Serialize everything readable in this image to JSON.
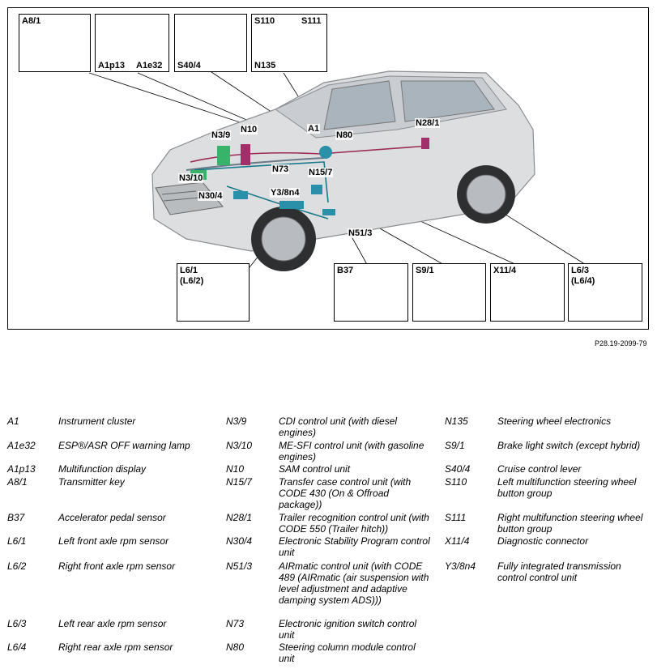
{
  "figure": {
    "reference": "P28.19-2099-79",
    "callouts": {
      "a8_1": "A8/1",
      "a1p13": "A1p13",
      "a1e32": "A1e32",
      "s40_4": "S40/4",
      "s110": "S110",
      "s111": "S111",
      "n135": "N135",
      "l6_1": "L6/1\n(L6/2)",
      "b37": "B37",
      "s9_1": "S9/1",
      "x11_4": "X11/4",
      "l6_3": "L6/3\n(L6/4)"
    },
    "car_labels": {
      "n3_9": "N3/9",
      "n10": "N10",
      "a1": "A1",
      "n80": "N80",
      "n28_1": "N28/1",
      "n3_10": "N3/10",
      "n73": "N73",
      "n15_7": "N15/7",
      "n30_4": "N30/4",
      "y3_8n4": "Y3/8n4",
      "n51_3": "N51/3"
    }
  },
  "legend": {
    "col1": [
      {
        "code": "A1",
        "desc": "Instrument cluster"
      },
      {
        "code": "A1e32",
        "desc": "ESP®/ASR OFF warning lamp"
      },
      {
        "code": "A1p13",
        "desc": "Multifunction display"
      },
      {
        "code": "A8/1",
        "desc": "Transmitter key"
      },
      {
        "code": "B37",
        "desc": "Accelerator pedal sensor"
      },
      {
        "code": "L6/1",
        "desc": "Left front axle rpm sensor"
      },
      {
        "code": "L6/2",
        "desc": "Right front axle rpm sensor"
      },
      {
        "code": "L6/3",
        "desc": "Left rear axle rpm sensor"
      },
      {
        "code": "L6/4",
        "desc": "Right rear axle rpm sensor"
      }
    ],
    "col2": [
      {
        "code": "N3/9",
        "desc": "CDI control unit (with diesel engines)"
      },
      {
        "code": "N3/10",
        "desc": "ME-SFI control unit (with gasoline engines)"
      },
      {
        "code": "N10",
        "desc": "SAM control unit"
      },
      {
        "code": "N15/7",
        "desc": "Transfer case control unit (with CODE 430 (On & Offroad package))"
      },
      {
        "code": "N28/1",
        "desc": "Trailer recognition control unit (with CODE 550 (Trailer hitch))"
      },
      {
        "code": "N30/4",
        "desc": "Electronic Stability Program control unit"
      },
      {
        "code": "N51/3",
        "desc": "AIRmatic control unit (with CODE 489 (AIRmatic (air suspension with level adjustment and adaptive damping system ADS)))"
      },
      {
        "code": "N73",
        "desc": "Electronic ignition switch control unit"
      },
      {
        "code": "N80",
        "desc": "Steering column module control unit"
      }
    ],
    "col3": [
      {
        "code": "N135",
        "desc": "Steering wheel electronics"
      },
      {
        "code": "S9/1",
        "desc": "Brake light switch (except hybrid)"
      },
      {
        "code": "S40/4",
        "desc": "Cruise control lever"
      },
      {
        "code": "S110",
        "desc": "Left multifunction steering wheel button group"
      },
      {
        "code": "S111",
        "desc": "Right multifunction steering wheel button group"
      },
      {
        "code": "X11/4",
        "desc": "Diagnostic connector"
      },
      {
        "code": "Y3/8n4",
        "desc": "Fully integrated transmission control control unit"
      }
    ]
  }
}
